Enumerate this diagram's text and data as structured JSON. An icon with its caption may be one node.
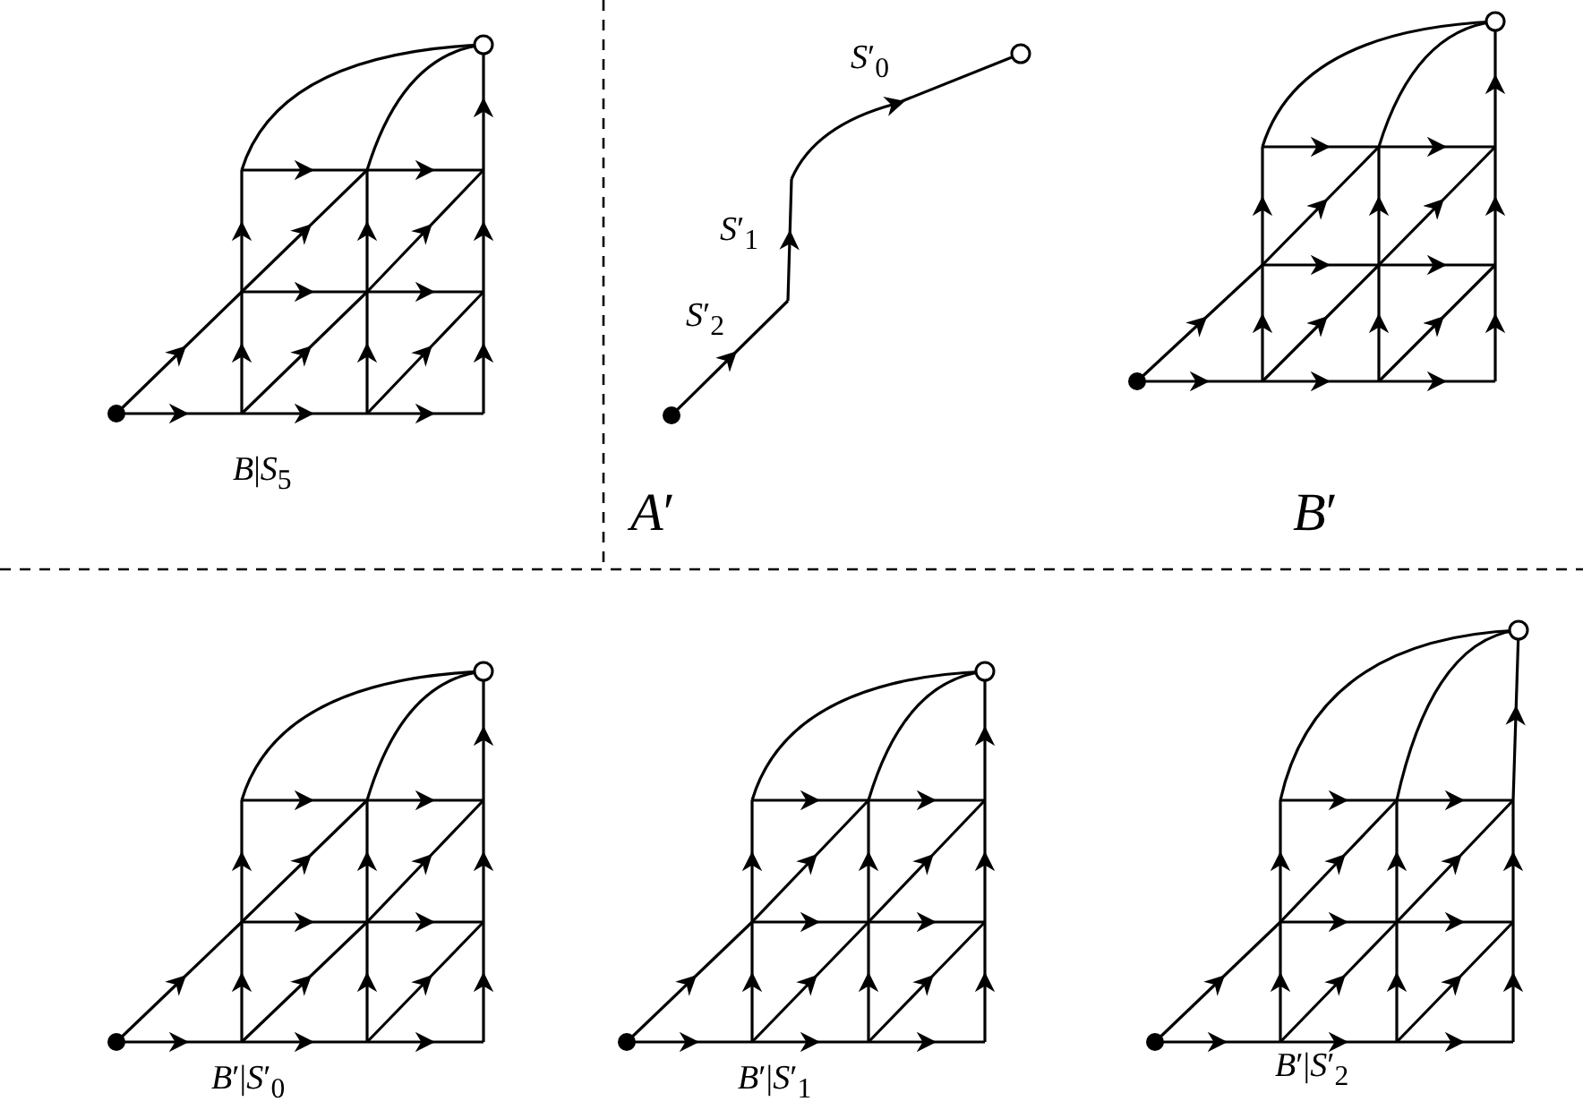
{
  "diagram": {
    "labels": [
      "*S*′$_{0}$",
      "*S*′$_{1}$",
      "*S*′$_{2}$",
      "*B*|*S*$_{5}$",
      "*A*′",
      "*B*′",
      "*B*′|*S*′$_{0}$",
      "*B*′|*S*′$_{1}$",
      "*B*′|*S*′$_{2}$"
    ]
  }
}
